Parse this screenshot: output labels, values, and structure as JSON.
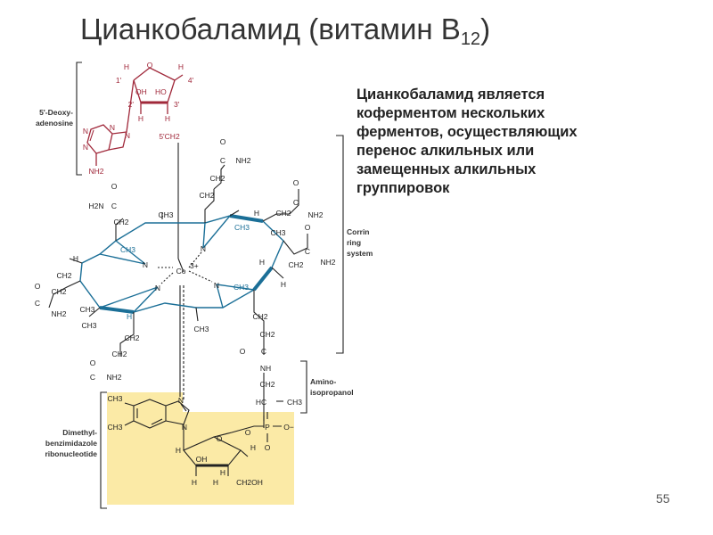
{
  "title": {
    "main": "Цианкобаламид (витамин B",
    "subscript": "12",
    "close": ")"
  },
  "description": [
    "Цианкобаламид является",
    "коферментом нескольких",
    "ферментов, осуществляющих",
    "перенос алкильных или",
    "замещенных алкильных",
    "группировок"
  ],
  "page_number": "55",
  "figure": {
    "brackets": {
      "deoxyadenosine": [
        "5'-Deoxy-",
        "adenosine"
      ],
      "corrin": [
        "Corrin",
        "ring",
        "system"
      ],
      "aminoisopropanol": [
        "Amino-",
        "isopropanol"
      ],
      "dmb": [
        "Dimethyl-",
        "benzimidazole",
        "ribonucleotide"
      ]
    },
    "atoms": {
      "co": "Co",
      "co_charge": "3+",
      "n": "N",
      "h": "H",
      "o": "O",
      "oh": "OH",
      "ho": "HO",
      "ch3": "CH3",
      "ch2": "CH2",
      "ch2_5": "5'CH2",
      "c": "C",
      "nh2": "NH2",
      "h2n": "H2N",
      "nh": "NH",
      "hc": "HC",
      "p": "P",
      "o_minus": "O−",
      "ch2oh": "CH2OH",
      "p1": "1'",
      "p2": "2'",
      "p3": "3'",
      "p4": "4'"
    },
    "colors": {
      "adenosine": "#a0283a",
      "corrin": "#1b6f97",
      "highlight": "#fbeaa6",
      "ink": "#222222"
    }
  }
}
